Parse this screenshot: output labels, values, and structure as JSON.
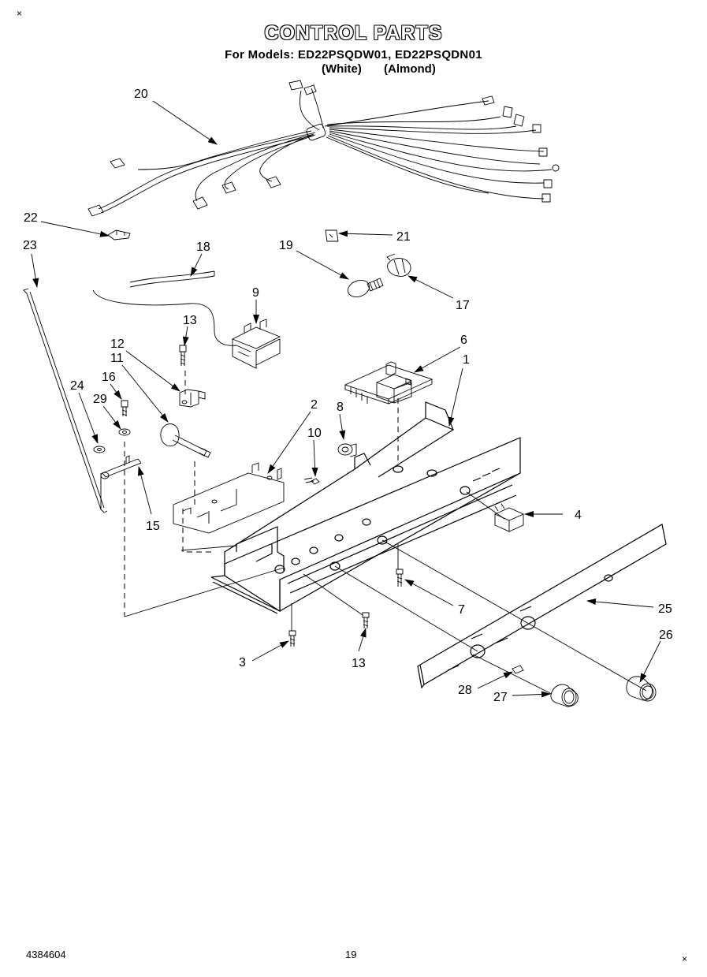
{
  "title": "CONTROL PARTS",
  "models_line": "For Models: ED22PSQDW01, ED22PSQDN01",
  "variants": [
    "(White)",
    "(Almond)"
  ],
  "footer": {
    "doc_number": "4384604",
    "page_number": "19"
  },
  "corner_marks": [
    "×",
    "×"
  ],
  "callouts": [
    {
      "id": "20",
      "label": "20"
    },
    {
      "id": "22",
      "label": "22"
    },
    {
      "id": "23",
      "label": "23"
    },
    {
      "id": "18",
      "label": "18"
    },
    {
      "id": "19",
      "label": "19"
    },
    {
      "id": "21",
      "label": "21"
    },
    {
      "id": "17",
      "label": "17"
    },
    {
      "id": "9",
      "label": "9"
    },
    {
      "id": "13a",
      "label": "13"
    },
    {
      "id": "12",
      "label": "12"
    },
    {
      "id": "11",
      "label": "11"
    },
    {
      "id": "16",
      "label": "16"
    },
    {
      "id": "24",
      "label": "24"
    },
    {
      "id": "29",
      "label": "29"
    },
    {
      "id": "15",
      "label": "15"
    },
    {
      "id": "6",
      "label": "6"
    },
    {
      "id": "1",
      "label": "1"
    },
    {
      "id": "2",
      "label": "2"
    },
    {
      "id": "8",
      "label": "8"
    },
    {
      "id": "10",
      "label": "10"
    },
    {
      "id": "4",
      "label": "4"
    },
    {
      "id": "7",
      "label": "7"
    },
    {
      "id": "25",
      "label": "25"
    },
    {
      "id": "26",
      "label": "26"
    },
    {
      "id": "3",
      "label": "3"
    },
    {
      "id": "13b",
      "label": "13"
    },
    {
      "id": "28",
      "label": "28"
    },
    {
      "id": "27",
      "label": "27"
    }
  ]
}
